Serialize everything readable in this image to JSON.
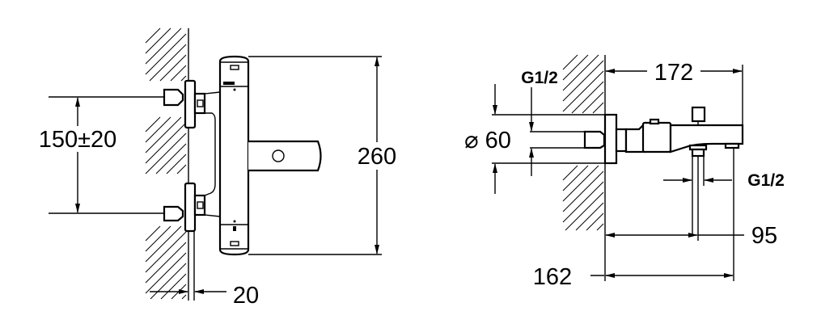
{
  "front_view": {
    "dim_height": "260",
    "dim_inlet_spacing": "150±20",
    "dim_wall_offset": "20"
  },
  "side_view": {
    "dim_projection": "172",
    "dim_inlet_thread": "G1/2",
    "dim_flange": "⌀ 60",
    "dim_outlet_thread": "G1/2",
    "dim_outlet_position": "95",
    "dim_total_depth": "162"
  }
}
